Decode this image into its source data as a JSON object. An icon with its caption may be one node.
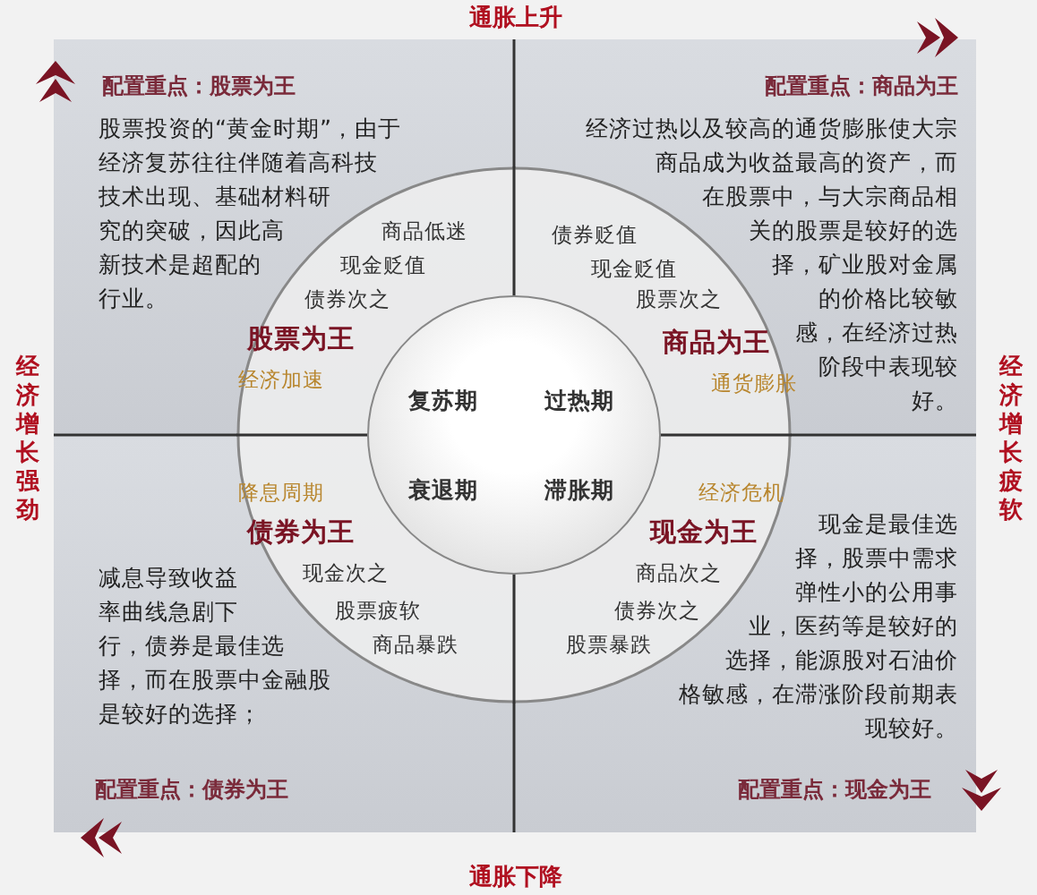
{
  "diagram": {
    "nodes": [
      {
        "text": [
          "配置重点：股票为王",
          "股票投资的“黄金时期”，由于经济复苏往往伴随着高科技技术出现、基础材料研究的突破，因此高新技术是超配的行业。"
        ]
      },
      {
        "text": [
          "配置重点：商品为王",
          "经济过热以及较高的通货膨胀使大宗商品成为收益最高的资产，而在股票中，与大宗商品相关的股票是较好的选择，矿业股对金属的价格比较敏感，在经济过热阶段中表现较好。"
        ]
      },
      {
        "text": [
          "减息导致收益率曲线急剧下行，债券是最佳选择，而在股票中金融股是较好的选择；",
          "配置重点：债券为王"
        ]
      },
      {
        "text": [
          "现金是最佳选择，股票中需求弹性小的公用事业，医药等是较好的选择，能源股对石油价格敏感，在滞涨阶段前期表现较好。",
          "配置重点：现金为王"
        ]
      },
      {
        "text": [],
        "shape": "circle"
      },
      {
        "text": [
          "复苏期",
          "过热期",
          "衰退期",
          "滞胀期"
        ],
        "in": 4
      }
    ],
    "edges": [],
    "labels": [
      "通胀上升",
      "经济增长强劲",
      "经济增长疲软",
      "商品低迷",
      "现金贬值",
      "债券次之",
      "股票为王",
      "经济加速",
      "债券贬值",
      "现金贬值",
      "股票次之",
      "商品为王",
      "通货膨胀",
      "降息周期",
      "债券为王",
      "现金次之",
      "股票疲软",
      "商品暴跌",
      "经济危机",
      "现金为王",
      "商品次之",
      "债券次之",
      "股票暴跌",
      "通胀下降"
    ]
  }
}
